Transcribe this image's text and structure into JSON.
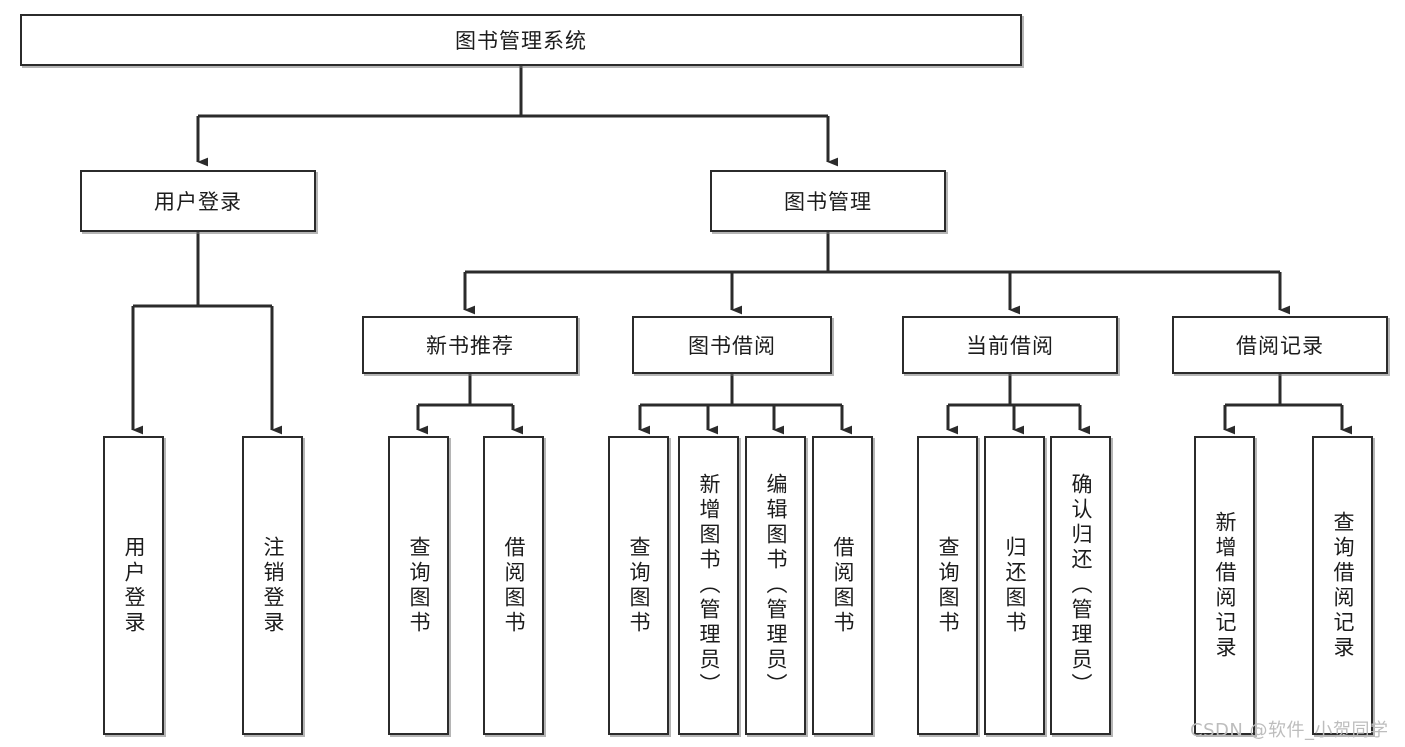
{
  "diagram": {
    "type": "hierarchy-tree",
    "title": "图书管理系统",
    "watermark": "CSDN @软件_小贺同学",
    "colors": {
      "node_border": "#2b2b2b",
      "node_fill": "#ffffff",
      "edge": "#2b2b2b",
      "text": "#1c1c1c",
      "watermark": "#bdbdbd",
      "background": "#ffffff"
    },
    "nodes": {
      "root": {
        "label": "图书管理系统",
        "orientation": "horizontal"
      },
      "level2": [
        {
          "id": "user-login",
          "label": "用户登录",
          "orientation": "horizontal"
        },
        {
          "id": "book-manage",
          "label": "图书管理",
          "orientation": "horizontal"
        }
      ],
      "level3": [
        {
          "id": "new-book-recommend",
          "label": "新书推荐",
          "orientation": "horizontal"
        },
        {
          "id": "book-borrow",
          "label": "图书借阅",
          "orientation": "horizontal"
        },
        {
          "id": "current-borrow",
          "label": "当前借阅",
          "orientation": "horizontal"
        },
        {
          "id": "borrow-record",
          "label": "借阅记录",
          "orientation": "horizontal"
        }
      ],
      "leaves": [
        {
          "id": "leaf-user-login",
          "label": "用户登录",
          "parent": "user-login",
          "orientation": "vertical"
        },
        {
          "id": "leaf-logout-login",
          "label": "注销登录",
          "parent": "user-login",
          "orientation": "vertical"
        },
        {
          "id": "leaf-query-book-1",
          "label": "查询图书",
          "parent": "new-book-recommend",
          "orientation": "vertical"
        },
        {
          "id": "leaf-borrow-book-1",
          "label": "借阅图书",
          "parent": "new-book-recommend",
          "orientation": "vertical"
        },
        {
          "id": "leaf-query-book-2",
          "label": "查询图书",
          "parent": "book-borrow",
          "orientation": "vertical"
        },
        {
          "id": "leaf-add-book-admin",
          "label": "新增图书（管理员）",
          "parent": "book-borrow",
          "orientation": "vertical"
        },
        {
          "id": "leaf-edit-book-admin",
          "label": "编辑图书（管理员）",
          "parent": "book-borrow",
          "orientation": "vertical"
        },
        {
          "id": "leaf-borrow-book-2",
          "label": "借阅图书",
          "parent": "book-borrow",
          "orientation": "vertical"
        },
        {
          "id": "leaf-query-book-3",
          "label": "查询图书",
          "parent": "current-borrow",
          "orientation": "vertical"
        },
        {
          "id": "leaf-return-book",
          "label": "归还图书",
          "parent": "current-borrow",
          "orientation": "vertical"
        },
        {
          "id": "leaf-confirm-return-admin",
          "label": "确认归还（管理员）",
          "parent": "current-borrow",
          "orientation": "vertical"
        },
        {
          "id": "leaf-add-borrow-record",
          "label": "新增借阅记录",
          "parent": "borrow-record",
          "orientation": "vertical"
        },
        {
          "id": "leaf-query-borrow-record",
          "label": "查询借阅记录",
          "parent": "borrow-record",
          "orientation": "vertical"
        }
      ]
    }
  }
}
